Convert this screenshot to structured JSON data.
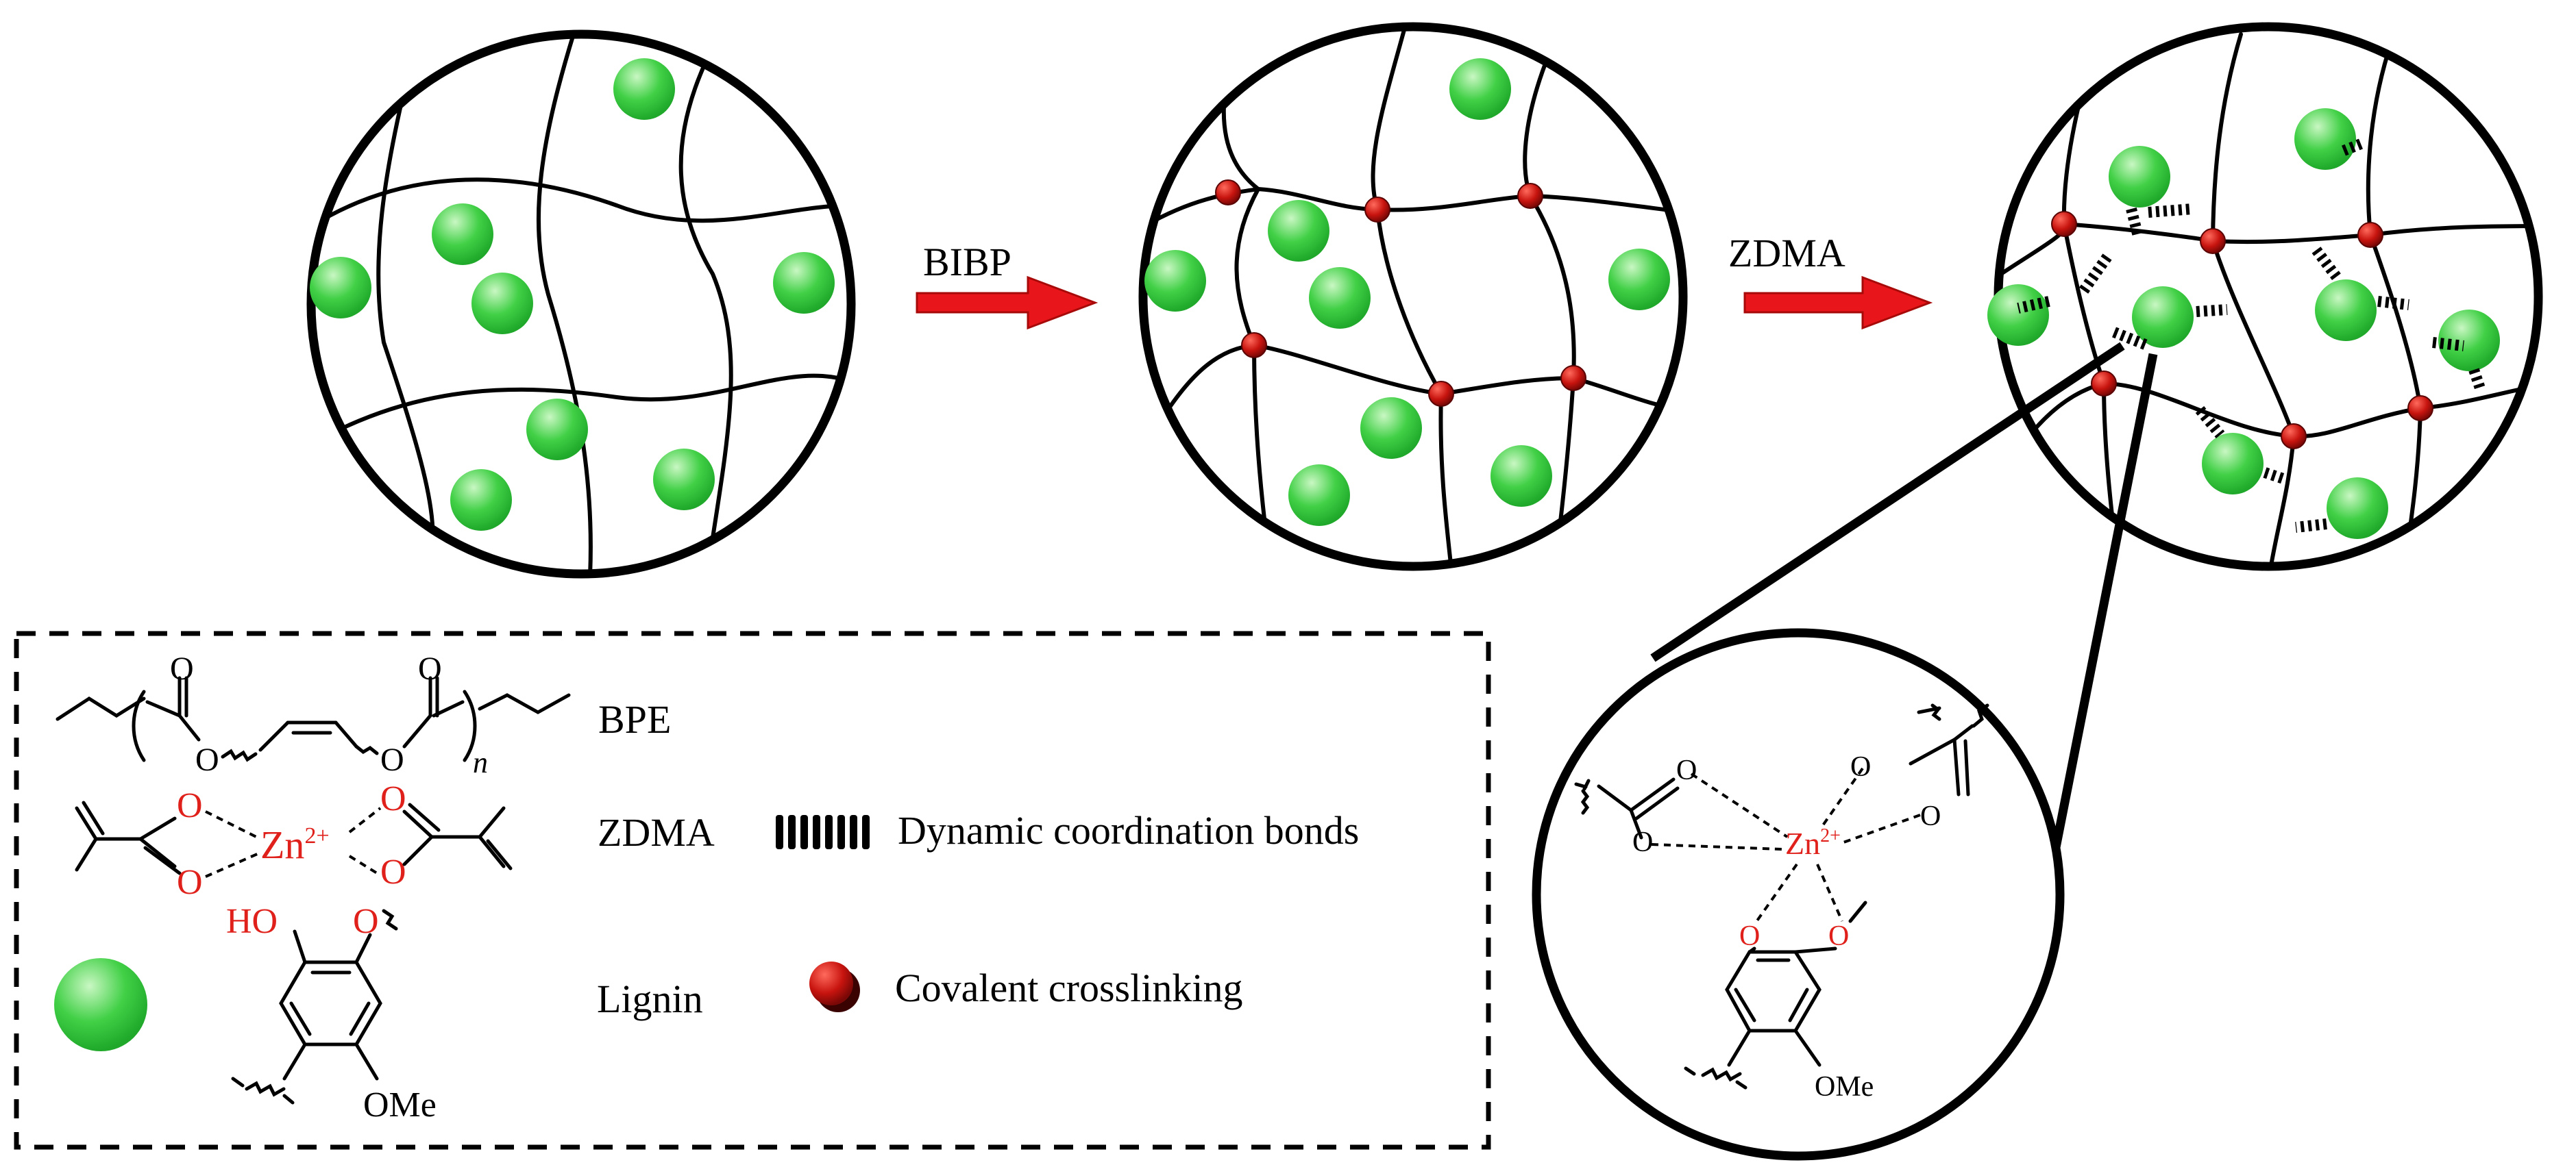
{
  "arrows": {
    "step1_label": "BIBP",
    "step2_label": "ZDMA",
    "arrow_color": "#e8161b"
  },
  "legend": {
    "bpe_label": "BPE",
    "zdma_label": "ZDMA",
    "lignin_label": "Lignin",
    "coordination_label": "Dynamic coordination bonds",
    "crosslink_label": "Covalent crosslinking",
    "struct": {
      "o": "O",
      "n": "n",
      "zn": "Zn",
      "zn_charge": "2+",
      "ho": "HO",
      "ome": "OMe"
    }
  },
  "zoom": {
    "zn": "Zn",
    "zn_charge": "2+",
    "o": "O",
    "ome": "OMe"
  },
  "colors": {
    "lignin": "#3ccf3c",
    "crosslink": "#c8140f",
    "heteroatom": "#e0201a"
  }
}
